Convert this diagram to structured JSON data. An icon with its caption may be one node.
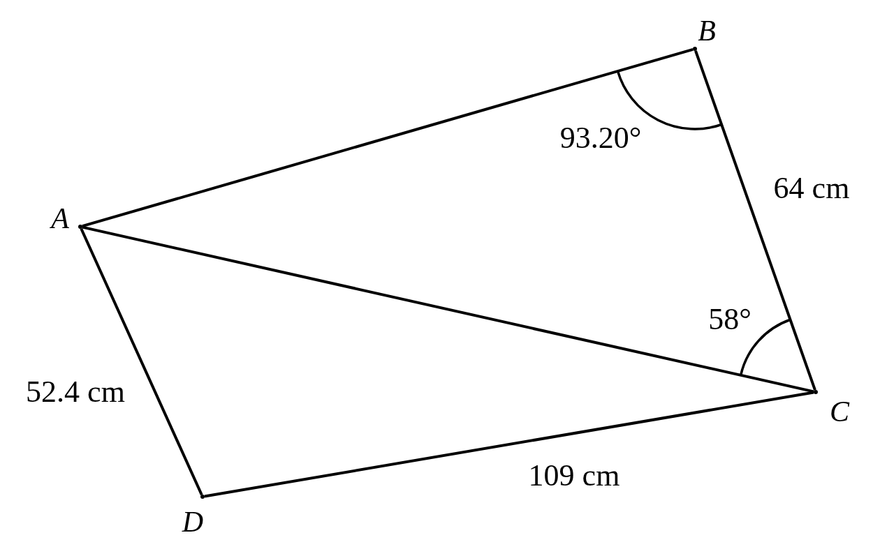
{
  "diagram": {
    "nodes": [
      {
        "text": [],
        "shape": "point",
        "beside": [
          "A"
        ]
      },
      {
        "text": [],
        "shape": "point",
        "beside": [
          "B"
        ]
      },
      {
        "text": [],
        "shape": "point",
        "beside": [
          "C"
        ]
      },
      {
        "text": [],
        "shape": "point",
        "beside": [
          "D"
        ]
      }
    ],
    "edges": [
      {
        "from": 0,
        "to": 1,
        "arrow": "none"
      },
      {
        "from": 1,
        "to": 2,
        "arrow": "none",
        "label": "64 cm"
      },
      {
        "from": 2,
        "to": 0,
        "arrow": "none"
      },
      {
        "from": 0,
        "to": 3,
        "arrow": "none",
        "label": "52.4 cm"
      },
      {
        "from": 3,
        "to": 2,
        "arrow": "none",
        "label": "109 cm"
      }
    ],
    "labels": [
      "93.20°",
      "58°"
    ]
  }
}
